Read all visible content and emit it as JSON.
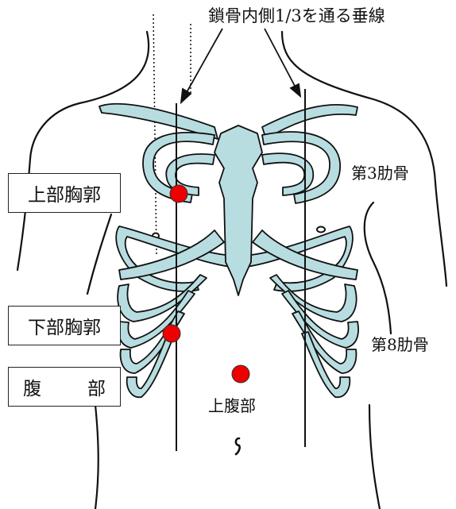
{
  "title": "鎖骨内側1/3を通る垂線",
  "labels": {
    "rib3": "第3肋骨",
    "rib8": "第8肋骨",
    "upper_abdomen": "上腹部"
  },
  "boxes": {
    "upper_chest": "上部胸郭",
    "lower_chest": "下部胸郭",
    "abdomen_left": "腹",
    "abdomen_right": "部"
  },
  "colors": {
    "bone": "#b8dde0",
    "outline": "#111111",
    "marker": "#ee0000"
  }
}
